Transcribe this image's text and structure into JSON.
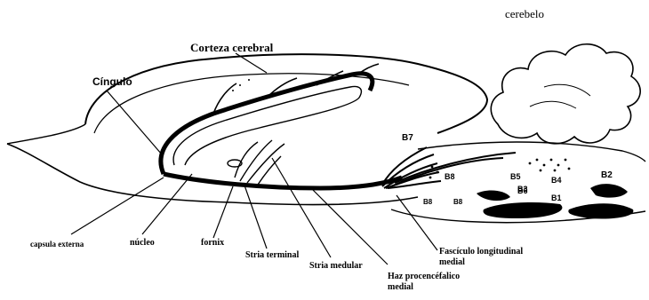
{
  "diagram": {
    "labels": {
      "corteza": "Corteza cerebral",
      "cingulo": "Cíngulo",
      "cerebelo": "cerebelo",
      "capsula": "capsula externa",
      "nucleo": "núcleo",
      "fornix": "fornix",
      "stria_terminal": "Stria terminal",
      "stria_medular": "Stria medular",
      "haz_line1": "Haz procencéfalico",
      "haz_line2": "medial",
      "fasciculo_line1": "Fascículo longitudinal",
      "fasciculo_line2": "medial",
      "b7": "B7",
      "b8_upper": "B8",
      "b5": "B5",
      "b4": "B4",
      "b2": "B2",
      "b6": "B6",
      "b3": "B3",
      "b1": "B1",
      "b8_lower": "B8",
      "b8_lower2": "B8"
    }
  }
}
